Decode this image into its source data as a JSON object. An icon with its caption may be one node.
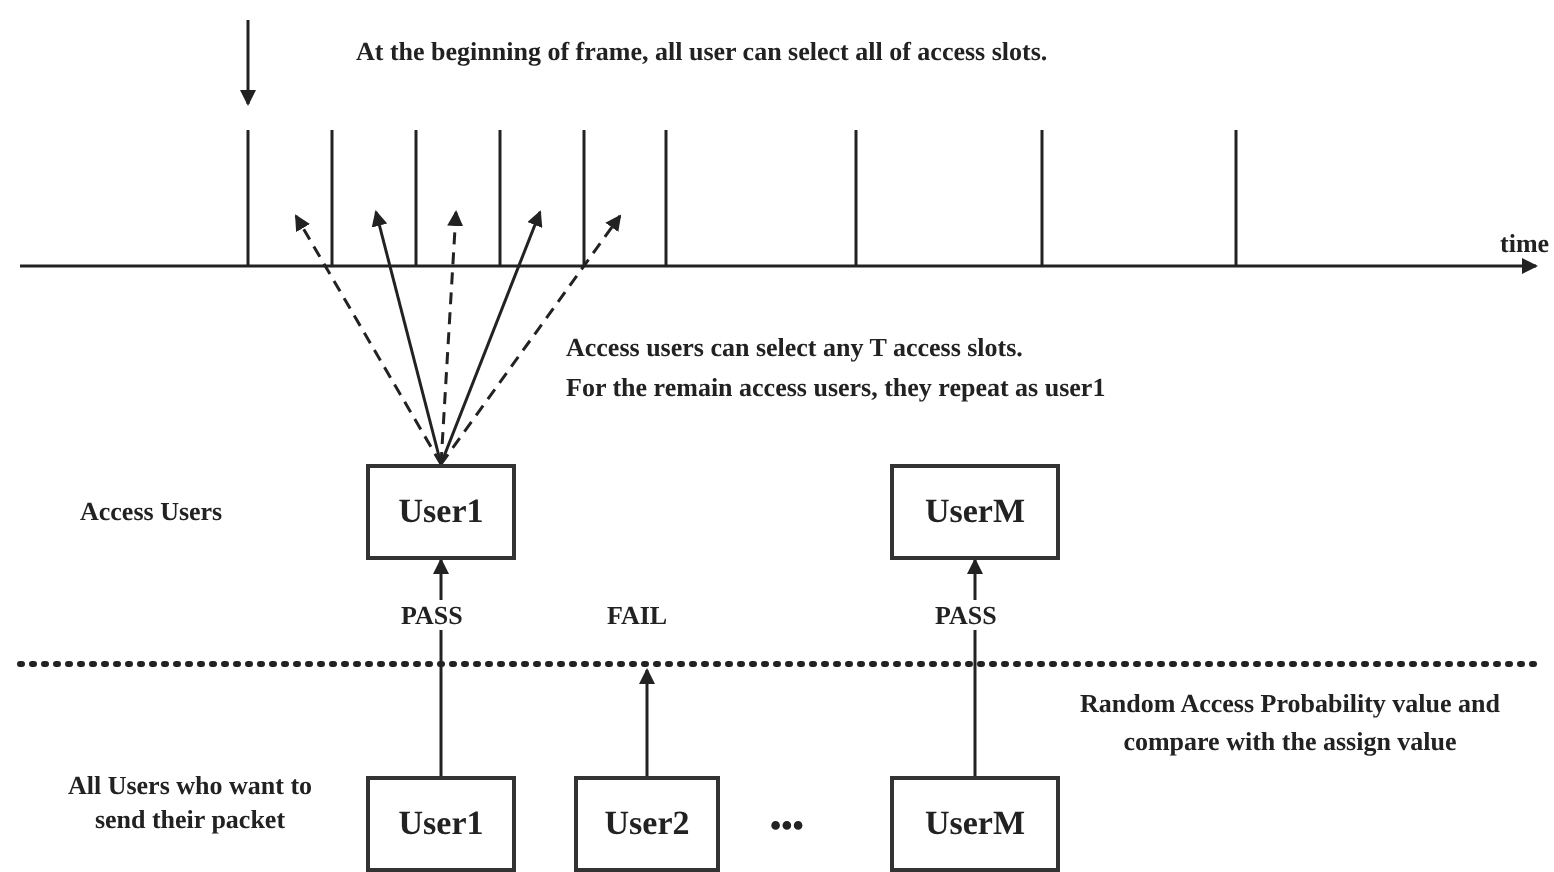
{
  "diagram": {
    "nodes": [
      {
        "text": [
          "User1"
        ]
      },
      {
        "text": [
          "UserM"
        ]
      },
      {
        "text": [
          "User1"
        ]
      },
      {
        "text": [
          "User2"
        ]
      },
      {
        "text": [
          "UserM"
        ]
      }
    ],
    "edges": [
      {
        "from": 0,
        "to": null,
        "arrow": "to",
        "style": "dashed"
      },
      {
        "from": 0,
        "to": null,
        "arrow": "to"
      },
      {
        "from": 0,
        "to": null,
        "arrow": "to",
        "style": "dashed"
      },
      {
        "from": 0,
        "to": null,
        "arrow": "to"
      },
      {
        "from": 0,
        "to": null,
        "arrow": "to",
        "style": "dashed"
      },
      {
        "from": 2,
        "to": 0,
        "arrow": "to",
        "label": "PASS"
      },
      {
        "from": 3,
        "to": null,
        "arrow": "to",
        "label": "FAIL"
      },
      {
        "from": 4,
        "to": 1,
        "arrow": "to",
        "label": "PASS"
      }
    ],
    "labels": [
      "At the beginning of frame, all user can select all of access slots.",
      "time",
      "Access users can select any T access slots.",
      "For the remain access users, they repeat as user1",
      "Access Users",
      "All Users who want to send their packet",
      "Random Access Probability value and compare with the assign value",
      "•••"
    ]
  }
}
